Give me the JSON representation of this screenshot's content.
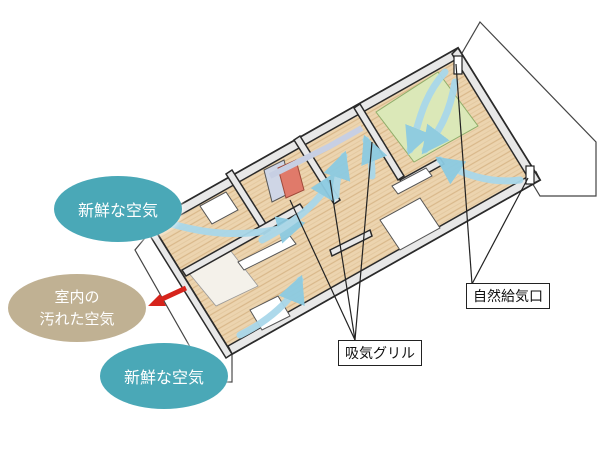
{
  "labels": {
    "fresh_air_top": "新鮮な空気",
    "fresh_air_bottom": "新鮮な空気",
    "dirty_air_line1": "室内の",
    "dirty_air_line2": "汚れた空気",
    "exhaust_grille": "吸気グリル",
    "natural_inlet": "自然給気口"
  },
  "colors": {
    "fresh_bubble": "#4aa8b7",
    "dirty_bubble": "#c0b193",
    "airflow": "#a9d8ea",
    "exhaust_arrow": "#d6241c",
    "wood_floor": "#e9cfa8",
    "tatami": "#dbe8b8",
    "wall": "#2a2a2a"
  }
}
